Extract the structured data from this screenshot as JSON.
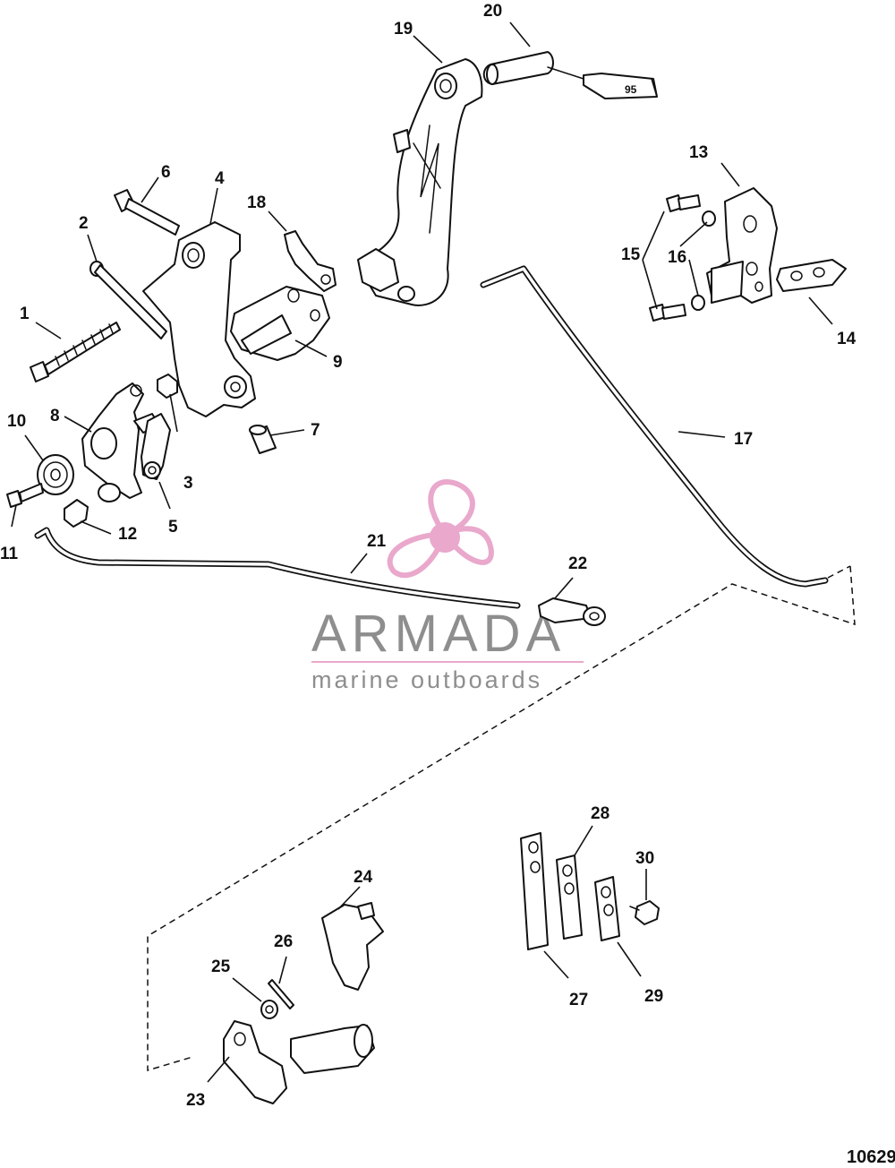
{
  "figure_number": "10629",
  "tube_label": "95",
  "watermark": {
    "title": "ARMADA",
    "subtitle": "marine outboards",
    "colors": {
      "logo": "#e9a8cc",
      "text": "#8e8e8e"
    }
  },
  "callouts": [
    "1",
    "2",
    "3",
    "4",
    "5",
    "6",
    "7",
    "8",
    "9",
    "10",
    "11",
    "12",
    "13",
    "14",
    "15",
    "16",
    "17",
    "18",
    "19",
    "20",
    "21",
    "22",
    "23",
    "24",
    "25",
    "26",
    "27",
    "28",
    "29",
    "30"
  ]
}
